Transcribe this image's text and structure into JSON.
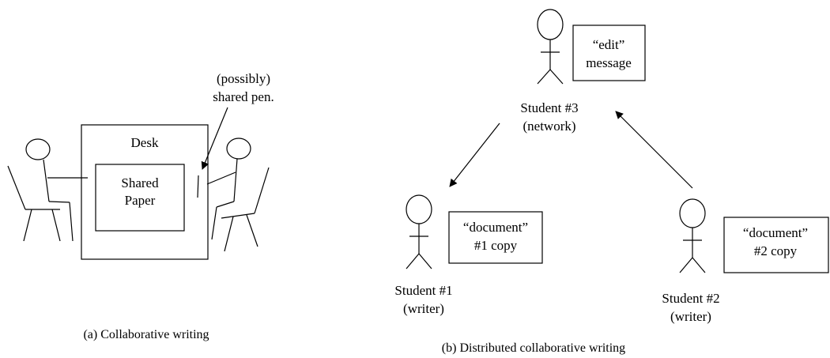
{
  "panel_a": {
    "caption": "(a) Collaborative writing",
    "desk_label": "Desk",
    "paper_label_line1": "Shared",
    "paper_label_line2": "Paper",
    "pen_label_line1": "(possibly)",
    "pen_label_line2": "shared pen."
  },
  "panel_b": {
    "caption": "(b) Distributed collaborative writing",
    "student3": {
      "line1": "Student #3",
      "line2": "(network)"
    },
    "student1": {
      "line1": "Student #1",
      "line2": "(writer)"
    },
    "student2": {
      "line1": "Student #2",
      "line2": "(writer)"
    },
    "edit_box": {
      "line1": "“edit”",
      "line2": "message"
    },
    "doc1_box": {
      "line1": "“document”",
      "line2": "#1 copy"
    },
    "doc2_box": {
      "line1": "“document”",
      "line2": "#2 copy"
    }
  }
}
